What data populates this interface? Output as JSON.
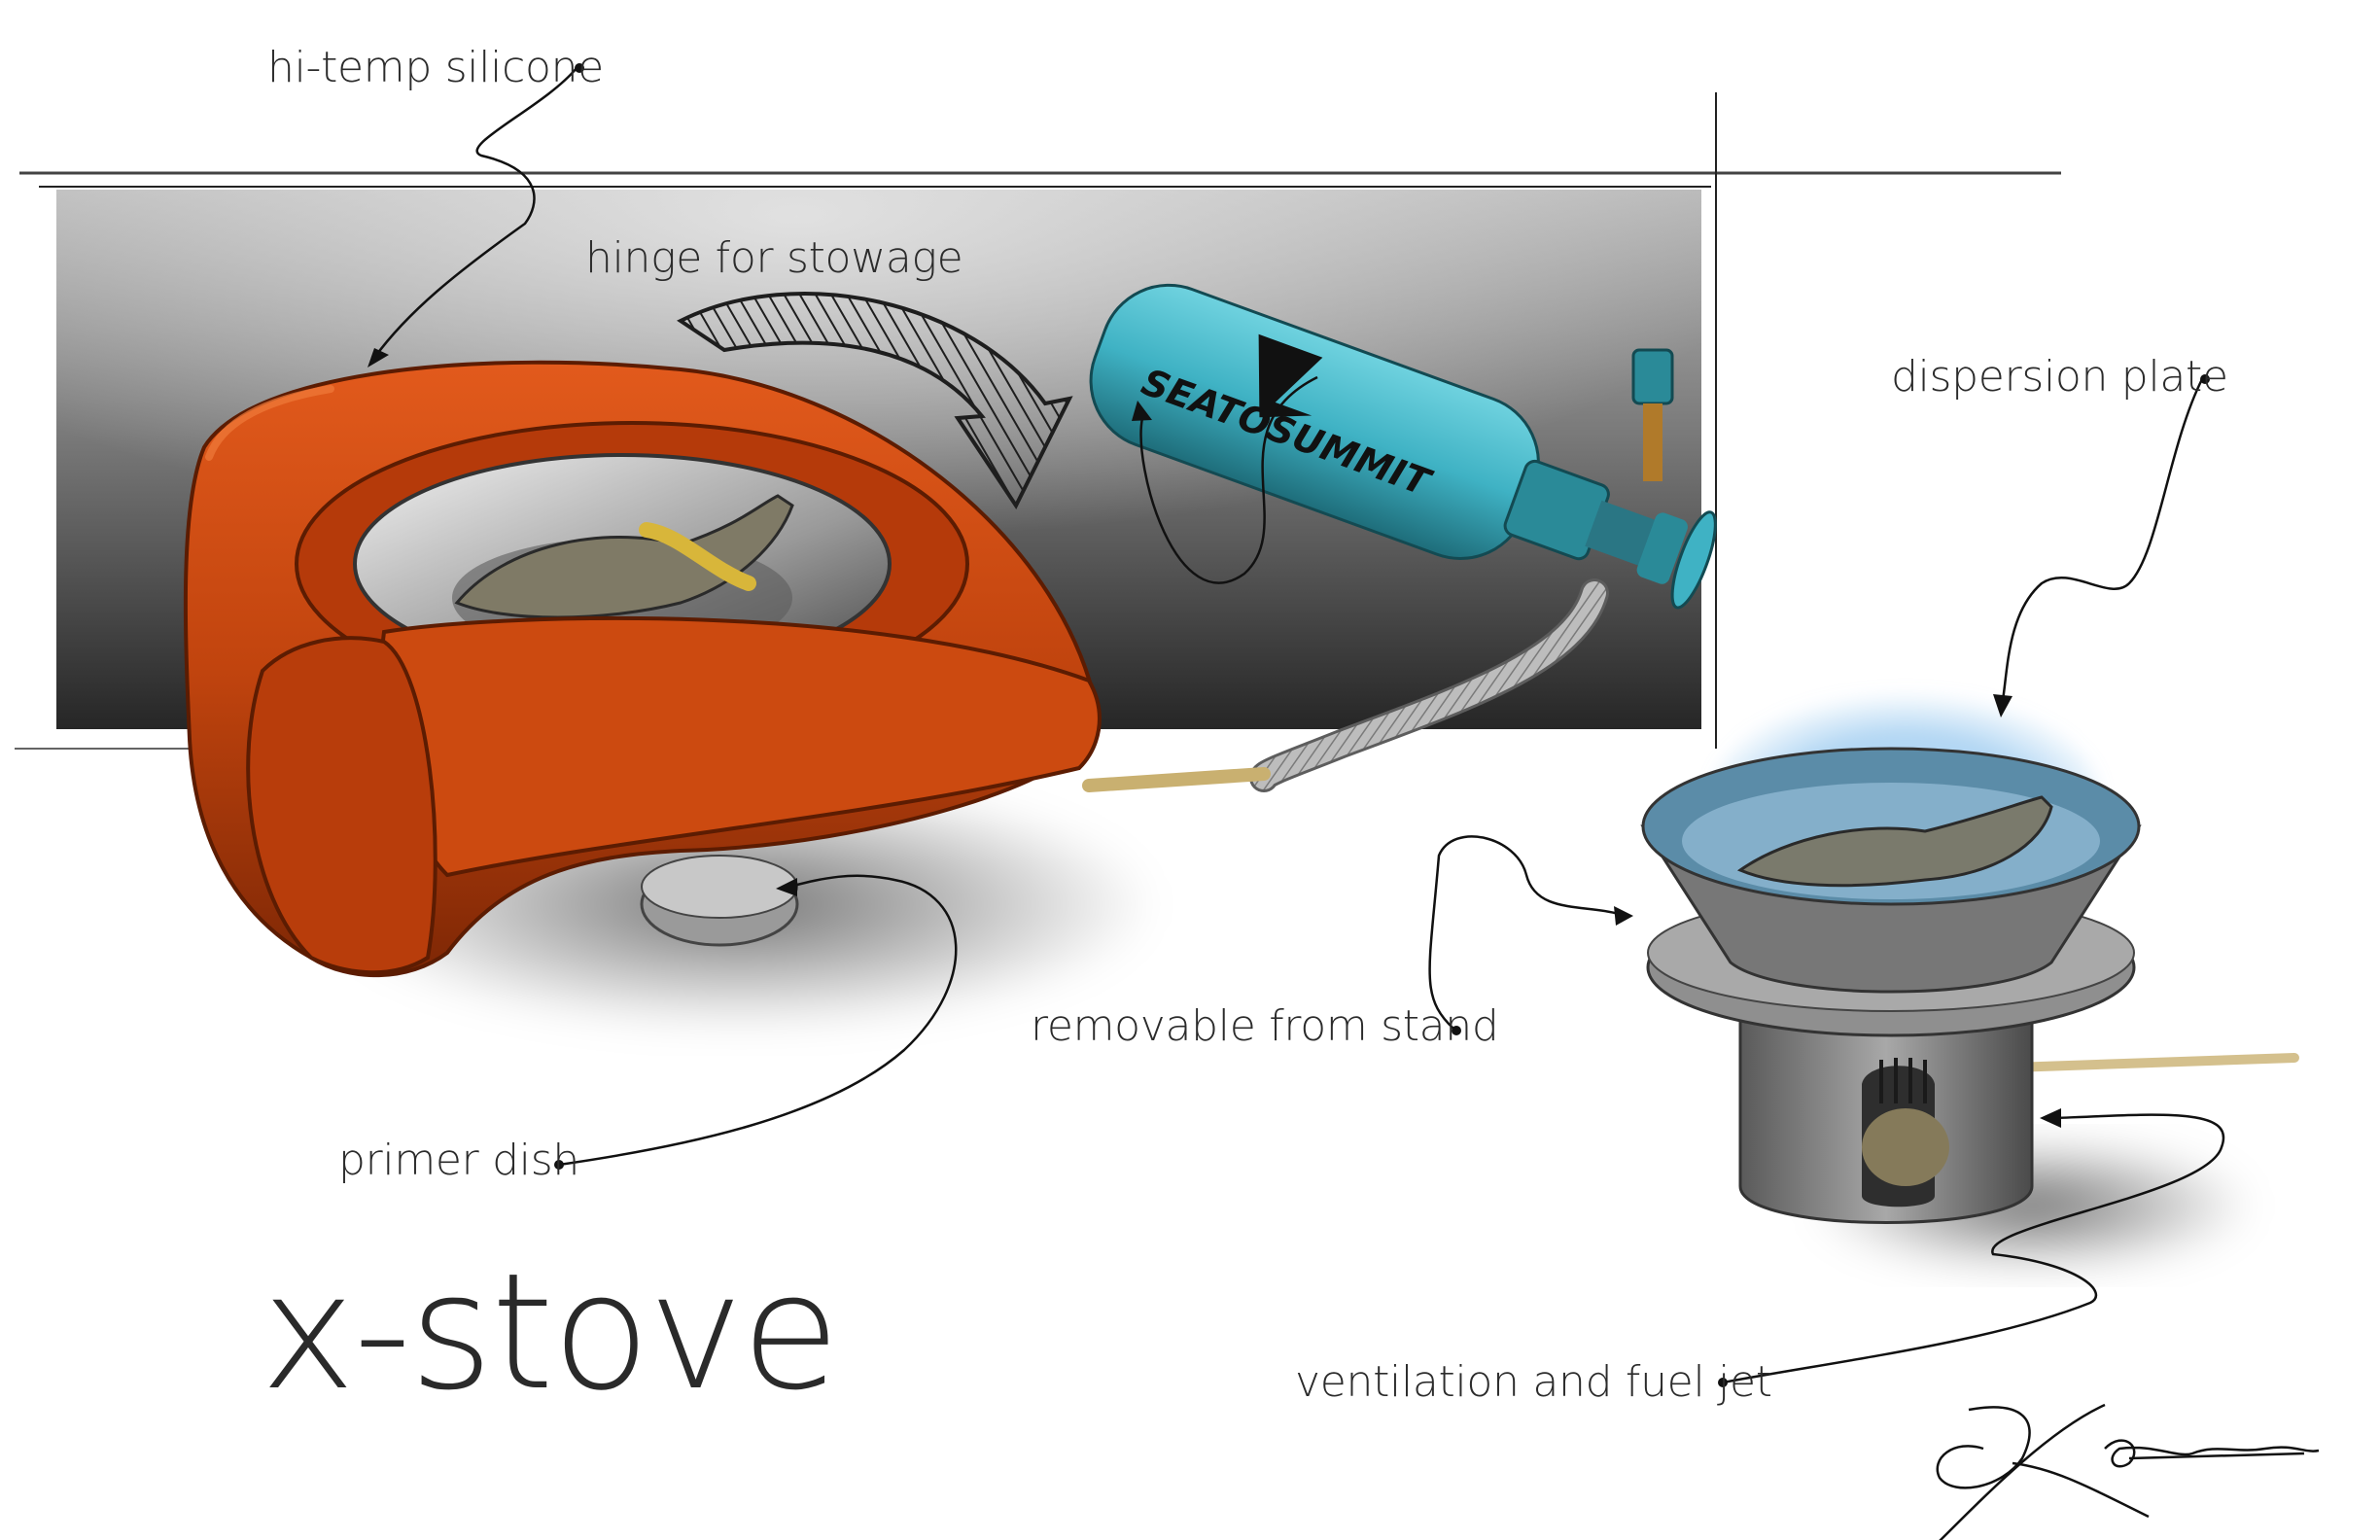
{
  "title": "x-stove",
  "annotations": {
    "hi_temp_silicone": "hi-temp silicone",
    "hinge_for_stowage": "hinge for stowage",
    "dispersion_plate": "dispersion plate",
    "removable_from_stand": "removable from stand",
    "primer_dish": "primer dish",
    "ventilation_and_fuel_jet": "ventilation and fuel jet"
  },
  "bottle_brand": "SEATOSUMMIT",
  "signature": "JKroom",
  "colors": {
    "silicone": "#c1440e",
    "bottle": "#3fb2c4",
    "backdrop_dark": "#2e2e2e",
    "backdrop_light": "#bdbdbd",
    "flame": "#8fc4ee",
    "metal": "#8a8a8a",
    "text": "#2b2b2b"
  }
}
